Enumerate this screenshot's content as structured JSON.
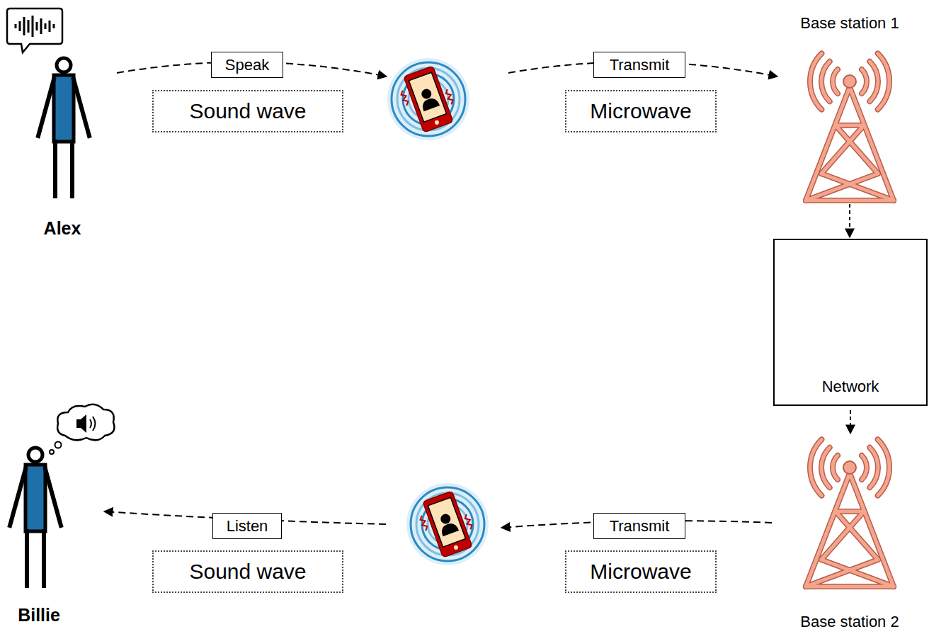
{
  "diagram": {
    "nodes": [
      {
        "text": [
          "Speak"
        ]
      },
      {
        "text": [
          "Sound wave"
        ]
      },
      {
        "text": [
          "Transmit"
        ]
      },
      {
        "text": [
          "Microwave"
        ]
      },
      {
        "text": [
          "Base station 1"
        ]
      },
      {
        "text": [
          "Network"
        ]
      },
      {
        "text": [
          "Base station 2"
        ]
      },
      {
        "text": [
          "Transmit"
        ]
      },
      {
        "text": [
          "Microwave"
        ]
      },
      {
        "text": [
          "Listen"
        ]
      },
      {
        "text": [
          "Sound wave"
        ]
      }
    ],
    "edges": [
      {
        "from": 4,
        "to": 5,
        "arrow": "to"
      },
      {
        "from": 5,
        "to": 6,
        "arrow": "to"
      }
    ],
    "labels": [
      "Alex",
      "Billie"
    ]
  }
}
